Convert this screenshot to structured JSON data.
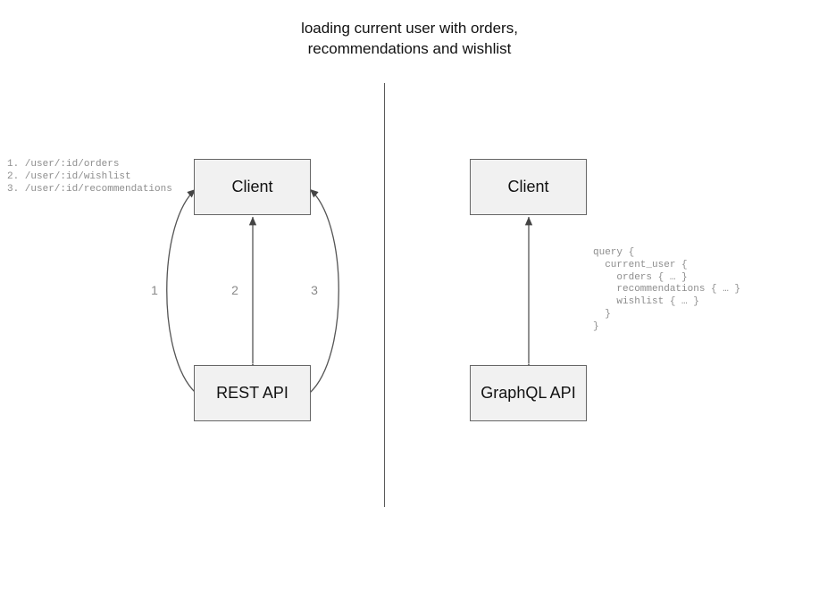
{
  "title": "loading current user with orders,\nrecommendations and wishlist",
  "divider": {
    "label": "vertical-separator"
  },
  "rest_side": {
    "client_label": "Client",
    "api_label": "REST API",
    "endpoints": "1. /user/:id/orders\n2. /user/:id/wishlist\n3. /user/:id/recommendations",
    "edge_labels": [
      "1",
      "2",
      "3"
    ]
  },
  "graphql_side": {
    "client_label": "Client",
    "api_label": "GraphQL API",
    "query": "query {\n  current_user {\n    orders { … }\n    recommendations { … }\n    wishlist { … }\n  }\n}"
  },
  "colors": {
    "node_fill": "#f1f1f1",
    "node_border": "#666666",
    "edge_stroke": "#555555",
    "muted_text": "#8a8a8a",
    "text": "#111111",
    "background": "#ffffff"
  }
}
